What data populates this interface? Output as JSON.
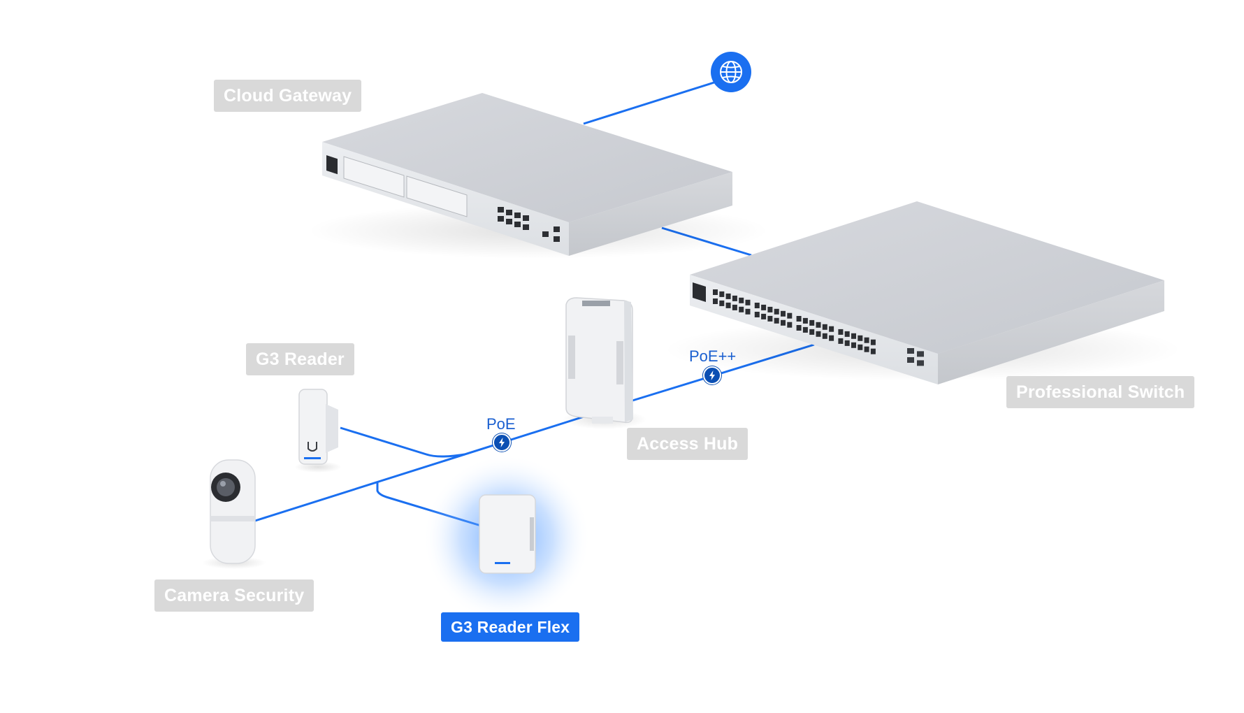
{
  "devices": {
    "cloud_gateway": "Cloud Gateway",
    "professional_switch": "Professional Switch",
    "access_hub": "Access Hub",
    "g3_reader": "G3 Reader",
    "camera_security": "Camera Security",
    "g3_reader_flex": "G3 Reader Flex"
  },
  "links": {
    "poe_plus_plus": "PoE++",
    "poe": "PoE"
  },
  "icons": {
    "internet": "globe-icon",
    "power": "lightning-bolt-icon"
  },
  "colors": {
    "link_line": "#1a6ff0",
    "active_label": "#1a6ff0",
    "inactive_label": "#d9d9d9",
    "poe_badge": "#0b4fb3"
  },
  "highlighted_device": "G3 Reader Flex"
}
